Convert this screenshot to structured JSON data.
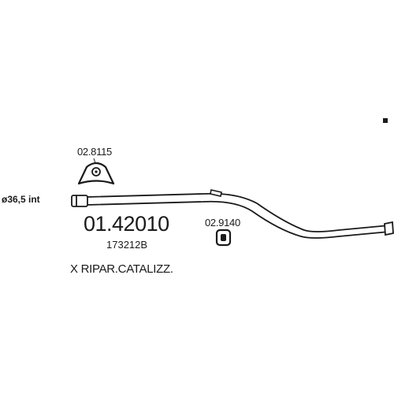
{
  "diagram": {
    "clamp_top": {
      "code": "02.8115"
    },
    "pipe_end": {
      "diameter_label": "ø36,5 int"
    },
    "main_part": {
      "code": "01.42010",
      "oem_code": "173212B",
      "description": "X RIPAR.CATALIZZ."
    },
    "hanger": {
      "code": "02.9140"
    }
  }
}
